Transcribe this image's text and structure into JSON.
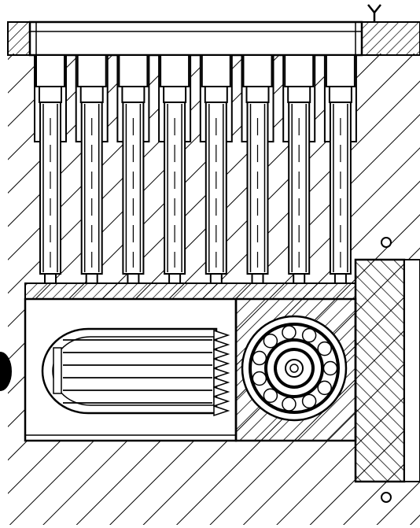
{
  "drawing": {
    "label_y": "Y",
    "pin_count": 8,
    "bearing_ball_count": 11,
    "gear_flute_count": 6,
    "line_color": "#000000",
    "background_color": "#ffffff"
  }
}
